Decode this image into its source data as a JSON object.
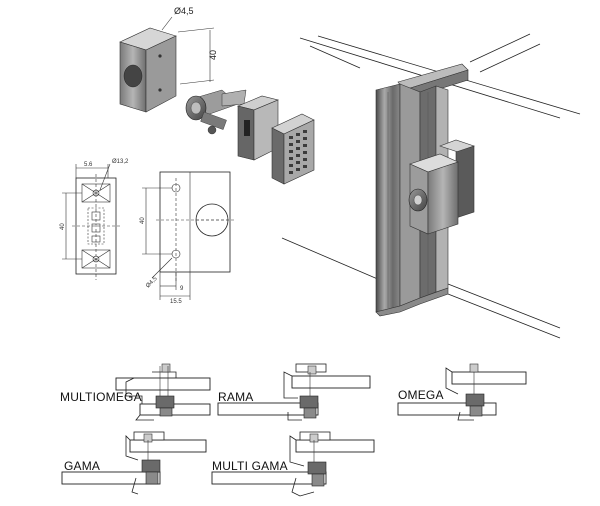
{
  "top_dims": {
    "diameter": "Ø4,5",
    "height": "40"
  },
  "drawing_dims": {
    "front_top_a": "5.6",
    "front_top_b": "Ø13,2",
    "front_height": "40",
    "side_height": "40",
    "side_hole": "Ø4,5",
    "side_bottom_a": "9",
    "side_bottom_b": "15.5"
  },
  "profiles": {
    "multiomega": "MULTIOMEGA",
    "rama": "RAMA",
    "omega": "OMEGA",
    "gama": "GAMA",
    "multigama": "MULTI GAMA"
  },
  "colors": {
    "metal_dark": "#5a5a5a",
    "metal_mid": "#8c8c8c",
    "metal_light": "#c8c8c8",
    "line": "#222222"
  }
}
